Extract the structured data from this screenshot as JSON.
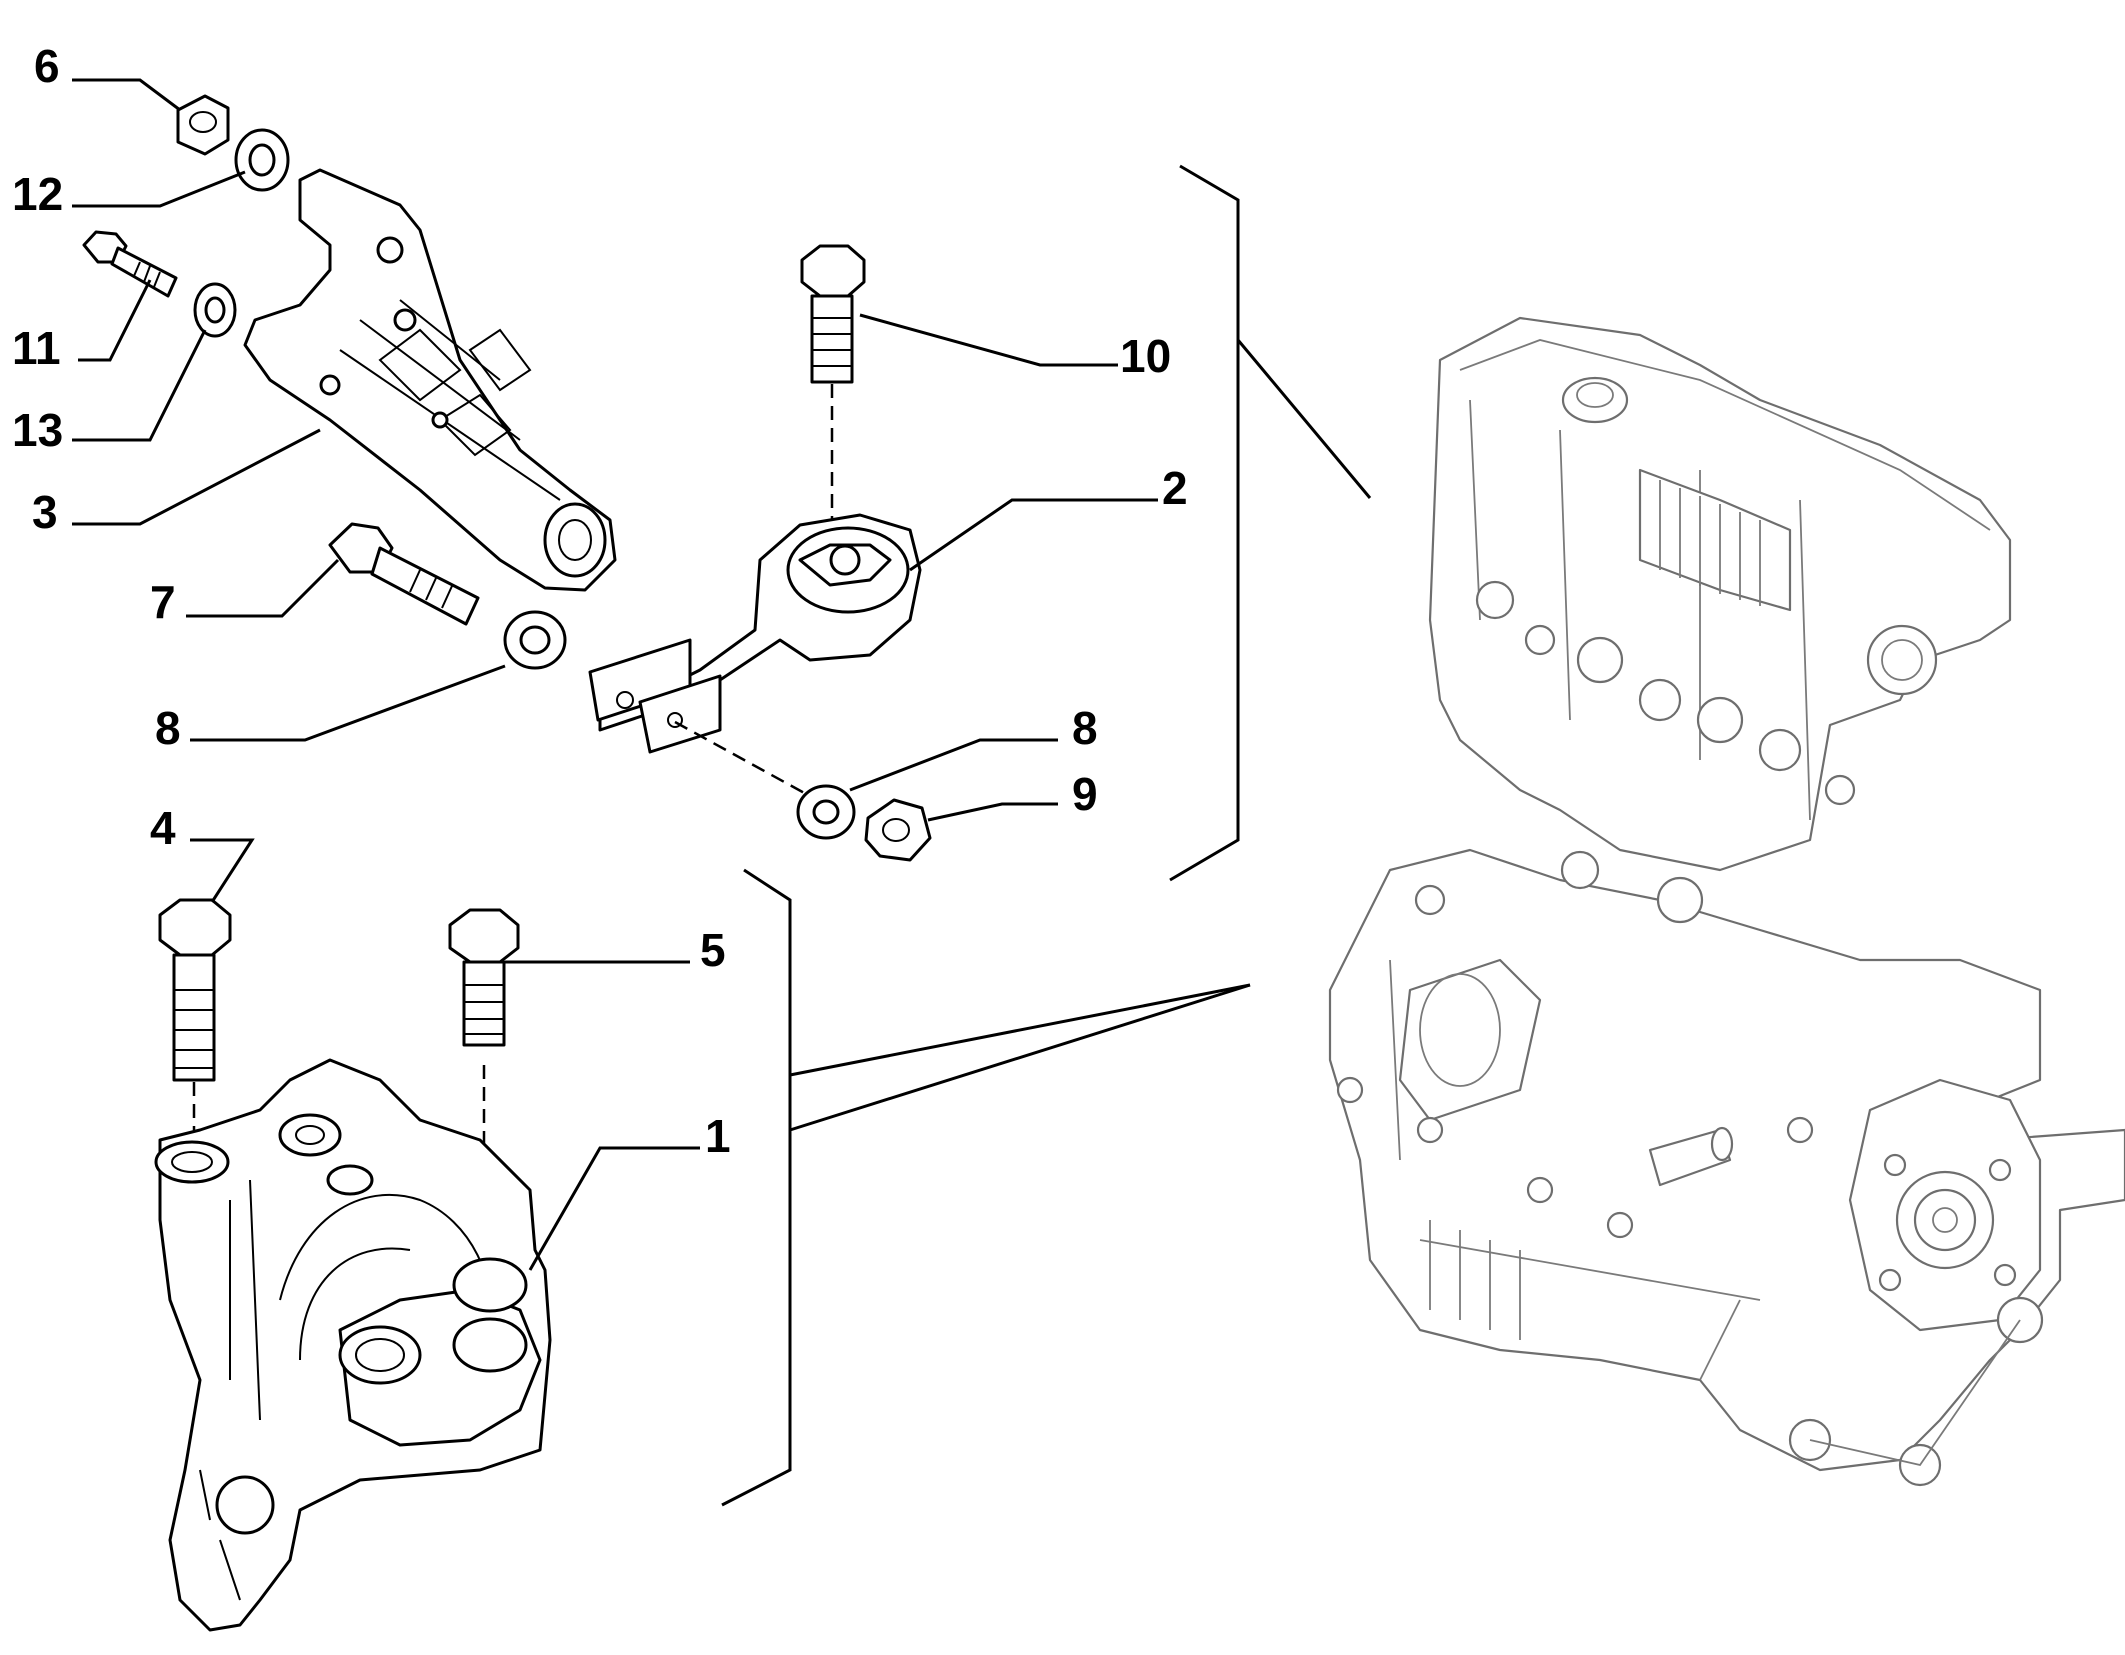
{
  "callouts": [
    {
      "id": "c1",
      "label": "1"
    },
    {
      "id": "c2",
      "label": "2"
    },
    {
      "id": "c3",
      "label": "3"
    },
    {
      "id": "c4",
      "label": "4"
    },
    {
      "id": "c5",
      "label": "5"
    },
    {
      "id": "c6",
      "label": "6"
    },
    {
      "id": "c7",
      "label": "7"
    },
    {
      "id": "c8a",
      "label": "8"
    },
    {
      "id": "c8b",
      "label": "8"
    },
    {
      "id": "c9",
      "label": "9"
    },
    {
      "id": "c10",
      "label": "10"
    },
    {
      "id": "c11",
      "label": "11"
    },
    {
      "id": "c12",
      "label": "12"
    },
    {
      "id": "c13",
      "label": "13"
    }
  ],
  "colors": {
    "line": "#000000",
    "engine_line": "#6e6e6e",
    "background": "#ffffff"
  }
}
